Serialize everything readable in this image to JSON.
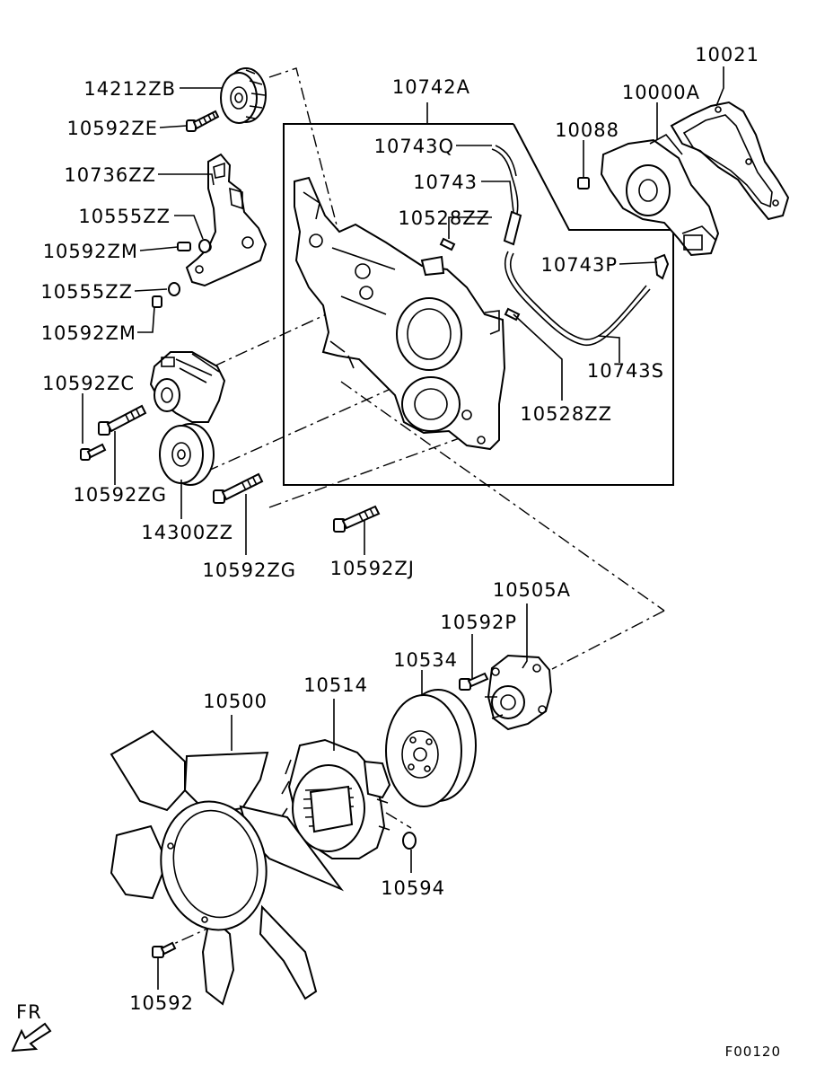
{
  "callouts": {
    "p14212ZB": "14212ZB",
    "p10592ZE": "10592ZE",
    "p10736ZZ": "10736ZZ",
    "p10555ZZ_a": "10555ZZ",
    "p10592ZM_a": "10592ZM",
    "p10555ZZ_b": "10555ZZ",
    "p10592ZM_b": "10592ZM",
    "p10592ZC": "10592ZC",
    "p10592ZG_a": "10592ZG",
    "p14300ZZ": "14300ZZ",
    "p10592ZG_b": "10592ZG",
    "p10592ZJ": "10592ZJ",
    "p10742A": "10742A",
    "p10743Q": "10743Q",
    "p10743": "10743",
    "p10528ZZ_a": "10528ZZ",
    "p10743P": "10743P",
    "p10743S": "10743S",
    "p10528ZZ_b": "10528ZZ",
    "p10021": "10021",
    "p10000A": "10000A",
    "p10088": "10088",
    "p10505A": "10505A",
    "p10592P": "10592P",
    "p10534": "10534",
    "p10514": "10514",
    "p10500": "10500",
    "p10594": "10594",
    "p10592": "10592"
  },
  "direction_label": "FR",
  "figure_code": "F00120"
}
